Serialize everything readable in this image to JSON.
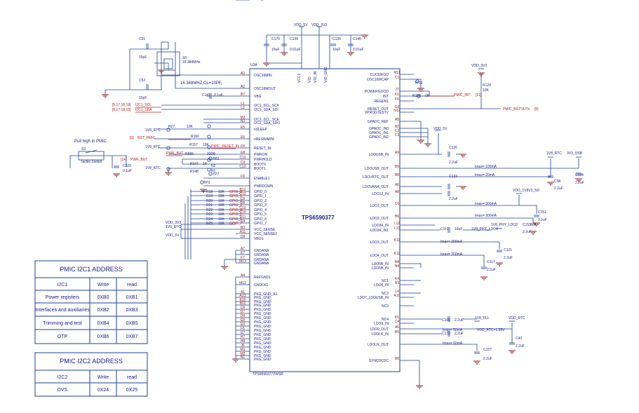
{
  "chip": {
    "ref": "U3A",
    "name": "TPS6590377",
    "part": "TPS6590377ZWSR",
    "left_pins": [
      {
        "num": "A3",
        "name": "OSC16MIN"
      },
      {
        "num": "A2",
        "name": "OSC16MOUT"
      },
      {
        "num": "B7",
        "name": "VBG"
      },
      {
        "num": "L1",
        "name": "I2C1_SCL_SCK"
      },
      {
        "num": "L2",
        "name": "I2C1_SDA_SDI"
      },
      {
        "num": "M3",
        "name": "I2C2_SCL_SCE"
      },
      {
        "num": "N3",
        "name": "I2C2_SDA_SDO"
      },
      {
        "num": "E5",
        "name": "nSLEEP"
      },
      {
        "num": "E6",
        "name": "nRESWARM"
      },
      {
        "num": "F8",
        "name": "RESET_IN"
      },
      {
        "num": "G8",
        "name": "PWRON"
      },
      {
        "num": "C11",
        "name": "PWRHOLD"
      },
      {
        "num": "C9",
        "name": "BOOT0"
      },
      {
        "num": "C10",
        "name": "BOOT1"
      },
      {
        "num": "F9",
        "name": "ENABLE1"
      },
      {
        "num": "",
        "name": "PWRDOWN"
      },
      {
        "num": "B12",
        "name": "GPIO_0"
      },
      {
        "num": "C13",
        "name": "GPIO_1"
      },
      {
        "num": "C8",
        "name": "GPIO_2"
      },
      {
        "num": "D8",
        "name": "GPIO_3"
      },
      {
        "num": "C10",
        "name": "GPIO_4"
      },
      {
        "num": "D10",
        "name": "GPIO_5"
      },
      {
        "num": "D11",
        "name": "GPIO_6"
      },
      {
        "num": "G9",
        "name": "GPIO_7"
      },
      {
        "num": "B3",
        "name": "VCC_SENSE"
      },
      {
        "num": "A11",
        "name": "VCC_SENSE2"
      },
      {
        "num": "D8",
        "name": "VBUS"
      },
      {
        "num": "A7",
        "name": "GNDANA"
      },
      {
        "num": "E7",
        "name": "GNDANA"
      },
      {
        "num": "F7",
        "name": "GNDANA"
      },
      {
        "num": "M13",
        "name": "GNDANA"
      },
      {
        "num": "A4",
        "name": "REFGND1"
      },
      {
        "num": "M12",
        "name": "GNDDIG"
      },
      {
        "num": "A1",
        "name": "PKG_GND_A1"
      },
      {
        "num": "A13",
        "name": "PKG_GND"
      },
      {
        "num": "B10",
        "name": "PKG_GND"
      },
      {
        "num": "B11",
        "name": "PKG_GND"
      },
      {
        "num": "C6",
        "name": "PKG_GND"
      },
      {
        "num": "D7",
        "name": "PKG_GND"
      },
      {
        "num": "D9",
        "name": "PKG_GND"
      },
      {
        "num": "E8",
        "name": "PKG_GND"
      },
      {
        "num": "E9",
        "name": "PKG_GND"
      },
      {
        "num": "F6",
        "name": "PKG_GND"
      },
      {
        "num": "G7",
        "name": "PKG_GND"
      },
      {
        "num": "H7",
        "name": "PKG_GND"
      },
      {
        "num": "H8",
        "name": "PKG_GND"
      },
      {
        "num": "J6",
        "name": "PKG_GND"
      },
      {
        "num": "M1",
        "name": "PKG_GND"
      },
      {
        "num": "M2",
        "name": "PKG_GND"
      },
      {
        "num": "N1",
        "name": "PKG_GND"
      },
      {
        "num": "N13",
        "name": "PKG_GND"
      }
    ],
    "right_pins": [
      {
        "num": "M11",
        "name": "CLK32KGO"
      },
      {
        "num": "C1",
        "name": "OSC16MCAP"
      },
      {
        "num": "J7",
        "name": "POWERGOOD"
      },
      {
        "num": "K1",
        "name": "INT"
      },
      {
        "num": "F5",
        "name": "REGEN1"
      },
      {
        "num": "G6",
        "name": "RESET_OUT"
      },
      {
        "num": "N12",
        "name": "VPROGTESTV"
      },
      {
        "num": "A5",
        "name": "GPADC_REF"
      },
      {
        "num": "B2",
        "name": "GPADC_IN0"
      },
      {
        "num": "C2",
        "name": "GPADC_IN1"
      },
      {
        "num": "C3",
        "name": "GPADC_IN2"
      },
      {
        "num": "A9",
        "name": "LDOUSB_IN"
      },
      {
        "num": "B9",
        "name": "LDOUSB_OUT"
      },
      {
        "num": "B8",
        "name": "LDOVRTC_OUT"
      },
      {
        "num": "A6",
        "name": "LDOVANA_OUT"
      },
      {
        "num": "A8",
        "name": "LDO12_IN"
      },
      {
        "num": "C6",
        "name": "LDO1_OUT"
      },
      {
        "num": "B6",
        "name": "LDO2_OUT"
      },
      {
        "num": "L12",
        "name": "LDO34_IN"
      },
      {
        "num": "L13",
        "name": "LDO34_IN1"
      },
      {
        "num": "K11",
        "name": "LDO3_OUT"
      },
      {
        "num": "K12",
        "name": "LDO4_OUT"
      },
      {
        "num": "M4",
        "name": "LDO5B_IN"
      },
      {
        "num": "N4",
        "name": "LDO5B_IN"
      },
      {
        "num": "K4",
        "name": "NC1"
      },
      {
        "num": "N3",
        "name": "LDO6_IN"
      },
      {
        "num": "L4",
        "name": "NC2"
      },
      {
        "num": "A10",
        "name": "LDO7_LDOUSB_IN"
      },
      {
        "num": "",
        "name": "NC3"
      },
      {
        "num": "K5",
        "name": "NC4"
      },
      {
        "num": "C4",
        "name": "LDO9_IN"
      },
      {
        "num": "A5",
        "name": "LDO9_OUT"
      },
      {
        "num": "B5",
        "name": "LDOLN_IN"
      },
      {
        "num": "",
        "name": "LDOLN_OUT"
      },
      {
        "num": "B6",
        "name": "SYNCDCDC"
      }
    ]
  },
  "rails": {
    "vdd_5v": "VDD_5V",
    "vdd_3v3": "VDD_3V3",
    "vdd_3v3_top": "VDD_3V3",
    "v1v8_rtc": "1V8_RTC",
    "v3v3_usb": "3V3_USB",
    "vdd_1v8v3_sd": "VDD_1V8V3_SD",
    "v1v8_phy_ldo3": "1V8_PHY_LDO3",
    "v1v8_phy_ldo4": "1V8_PHY_LDO4",
    "v1v8_pll": "1V8_PLL",
    "vdd_rtc": "VDD_RTC",
    "vdd_rtc_val": "VDD_RTC=1.05V",
    "vcc1": "VCC1",
    "vio_in": "VIO_IN",
    "vio_gnd": "VIO_GND",
    "vio": "VIO"
  },
  "components": {
    "c51": "C51",
    "c51_val": "15pF",
    "c52": "C52",
    "c52_val": "15pF",
    "x6": "X6",
    "x6_freq": "16.384MHz",
    "x6_note": "16.348MHZ,CL=10PF,",
    "c147": "C147",
    "c147_val": "0.1uF",
    "c170": "C170",
    "c170_val": "10uF",
    "c139": "C139",
    "c139_val": "0.01uF",
    "c130": "C130",
    "c130_val": "10uF",
    "c145": "C145",
    "c145_val": "0.01uF",
    "r27": "R27",
    "r27_val": "10K",
    "r124": "R124",
    "r124_val": "10K",
    "r_int": "R156",
    "r_int_val": "0R",
    "r_rst": "R160",
    "r_rst_val": "0R",
    "r157": "R157",
    "r157_val": "10K",
    "r555": "R555",
    "r555_val": "220R",
    "r147": "R147",
    "r147_val": "1K",
    "r148": "R148",
    "r148_val": "1K",
    "s3": "S3",
    "s3_label": "Tactile Switch",
    "c320": "C320",
    "c320_val": "0.1uF",
    "tp11": "TP11",
    "tp2": "TP2",
    "tp7": "TP7",
    "tp3": "TP3",
    "c126": "C126",
    "c126_val": "2.2uF",
    "c133": "C133",
    "c133_val": "2.2uF",
    "c134": "C134",
    "c134_val": "2.2uF",
    "c38": "C38",
    "c38_val": "2.2uF",
    "c151": "C151",
    "c151_val": "2.2uF",
    "c152": "C152",
    "c152_val": "2.2uF",
    "c113": "C113",
    "c113_val": "10uF",
    "c121": "C121",
    "c121_val": "2.2uF",
    "c117": "C117",
    "c117_val": "2.2uF",
    "c169": "C169",
    "c169_val": "2.2uF",
    "c172": "C172",
    "c172_val": "2.2uF",
    "c157": "C157",
    "c157_val": "2.2uF",
    "c43": "C43",
    "c43_val": "2.2uF",
    "n1": "N1",
    "n2": "N2"
  },
  "nets": {
    "i2c1_scl": "I2C1_SCL",
    "i2c1_sda": "I2C1_SDA",
    "i2c_refs": "[5,17,18,19]",
    "rst_pmic": "RST_PMIC",
    "pmic_reset_in": "PMIC_RESET_IN",
    "pwr_but": "PWR_BUT",
    "pwr_but_ref": "[14]",
    "rst_pmic_ref": "[5]",
    "pmic_int": "PMIC_INT",
    "pmic_int_ref": "[11]",
    "pmic_rstout": "PMIC_RSTOUTn",
    "pmic_rstout_ref": "[5]",
    "pull_high": "Pull high in PMIC",
    "gpio_nets": [
      "GPIO_0",
      "GPIO_1",
      "GPIO_2",
      "GPIO_3",
      "GPIO_4",
      "GPIO_5",
      "GPIO_6",
      "GPIO_7"
    ],
    "gpio_res": [
      "R18",
      "R19",
      "R20",
      "R21",
      "R22",
      "R23",
      "R24",
      "R25"
    ],
    "gpio_val": "10K"
  },
  "currents": {
    "ldousb": "Imax= 100mA",
    "ldovrtc": "Imax= 20mA",
    "ldo1": "Imax= 300mA",
    "ldo2": "Imax= 300mA",
    "ldo3": "Imax= 200mA",
    "ldo4": "Imax= 200mA",
    "ldo9": "Imax= 50mA",
    "ldoln": "Imax= 50mA"
  },
  "table1": {
    "title": "PMIC I2C1 ADDRESS",
    "header": [
      "I2C1",
      "Write",
      "read"
    ],
    "rows": [
      [
        "Power registers",
        "0XB0",
        "0XB1"
      ],
      [
        "Interfaces and auxiliaries",
        "0XB2",
        "0XB3"
      ],
      [
        "Trimming and test",
        "0XB4",
        "0XB5"
      ],
      [
        "OTP",
        "0XB6",
        "0XB7"
      ]
    ]
  },
  "table2": {
    "title": "PMIC I2C2 ADDRESS",
    "header": [
      "I2C2",
      "Write",
      "read"
    ],
    "rows": [
      [
        "DVS",
        "0X24",
        "0X25"
      ]
    ]
  }
}
